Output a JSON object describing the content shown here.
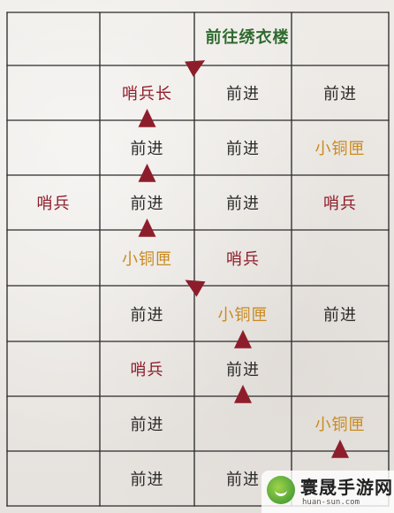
{
  "colors": {
    "gridline": "#2f2f2f",
    "arrow": "#8e1d2b",
    "advance_text": "#2a2a2a",
    "gold_text": "#c98a21",
    "red_text": "#8e1d2b",
    "green_text": "#2f6a2f"
  },
  "board": {
    "rows": [
      [
        {
          "t": "",
          "k": "empty"
        },
        {
          "t": "",
          "k": "empty"
        },
        {
          "t": "前往绣衣楼",
          "k": "goal"
        },
        {
          "t": "",
          "k": "empty"
        }
      ],
      [
        {
          "t": "",
          "k": "empty"
        },
        {
          "t": "哨兵长",
          "k": "enemy"
        },
        {
          "t": "前进",
          "k": "advance"
        },
        {
          "t": "前进",
          "k": "advance"
        }
      ],
      [
        {
          "t": "",
          "k": "empty"
        },
        {
          "t": "前进",
          "k": "advance"
        },
        {
          "t": "前进",
          "k": "advance"
        },
        {
          "t": "小铜匣",
          "k": "chest"
        }
      ],
      [
        {
          "t": "哨兵",
          "k": "enemy"
        },
        {
          "t": "前进",
          "k": "advance"
        },
        {
          "t": "前进",
          "k": "advance"
        },
        {
          "t": "哨兵",
          "k": "enemy"
        }
      ],
      [
        {
          "t": "",
          "k": "empty"
        },
        {
          "t": "小铜匣",
          "k": "chest"
        },
        {
          "t": "哨兵",
          "k": "enemy"
        },
        {
          "t": "",
          "k": "empty"
        }
      ],
      [
        {
          "t": "",
          "k": "empty"
        },
        {
          "t": "前进",
          "k": "advance"
        },
        {
          "t": "小铜匣",
          "k": "chest"
        },
        {
          "t": "前进",
          "k": "advance"
        }
      ],
      [
        {
          "t": "",
          "k": "empty"
        },
        {
          "t": "哨兵",
          "k": "enemy"
        },
        {
          "t": "前进",
          "k": "advance"
        },
        {
          "t": "",
          "k": "empty"
        }
      ],
      [
        {
          "t": "",
          "k": "empty"
        },
        {
          "t": "前进",
          "k": "advance"
        },
        {
          "t": "",
          "k": "empty"
        },
        {
          "t": "小铜匣",
          "k": "chest"
        }
      ],
      [
        {
          "t": "",
          "k": "empty"
        },
        {
          "t": "前进",
          "k": "advance"
        },
        {
          "t": "前进",
          "k": "advance"
        },
        {
          "t": "",
          "k": "empty"
        }
      ]
    ]
  },
  "route_arrows": [
    {
      "from": [
        8,
        3
      ],
      "to": [
        7,
        3
      ],
      "icon": "arrow-up-left"
    },
    {
      "from": [
        7,
        2
      ],
      "to": [
        6,
        2
      ],
      "icon": "arrow-up-left"
    },
    {
      "from": [
        6,
        2
      ],
      "to": [
        5,
        2
      ],
      "icon": "arrow-up"
    },
    {
      "from": [
        5,
        2
      ],
      "to": [
        4,
        1
      ],
      "icon": "arrow-up-left"
    },
    {
      "from": [
        4,
        1
      ],
      "to": [
        3,
        1
      ],
      "icon": "arrow-up"
    },
    {
      "from": [
        3,
        1
      ],
      "to": [
        2,
        1
      ],
      "icon": "arrow-up"
    },
    {
      "from": [
        2,
        1
      ],
      "to": [
        1,
        1
      ],
      "icon": "arrow-up"
    },
    {
      "from": [
        1,
        1
      ],
      "to": [
        0,
        2
      ],
      "icon": "arrow-up-right"
    }
  ],
  "watermark": {
    "name": "寰晟手游网",
    "url": "huan-sun.com",
    "icon": "site-logo-icon"
  }
}
